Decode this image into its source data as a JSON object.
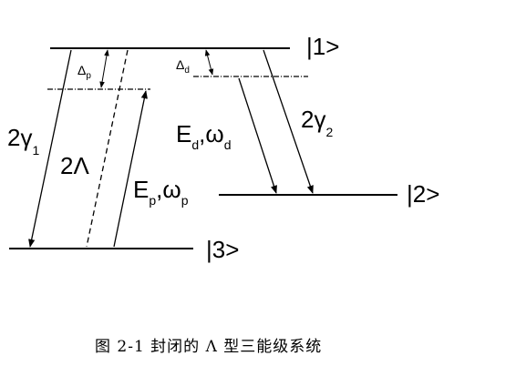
{
  "levels": {
    "level1": "|1>",
    "level2": "|2>",
    "level3": "|3>"
  },
  "labels": {
    "delta_p": {
      "main": "Δ",
      "sub": "p"
    },
    "delta_d": {
      "main": "Δ",
      "sub": "d"
    },
    "gamma1": {
      "coef": "2",
      "sym": "γ",
      "sub": "1"
    },
    "gamma2": {
      "coef": "2",
      "sym": "γ",
      "sub": "2"
    },
    "lambda": {
      "coef": "2",
      "sym": "Λ"
    },
    "drive": {
      "E": "E",
      "Esub": "d",
      "sep": ",",
      "w": "ω",
      "wsub": "d"
    },
    "probe": {
      "E": "E",
      "Esub": "p",
      "sep": ",",
      "w": "ω",
      "wsub": "p"
    }
  },
  "caption": "图 2-1 封闭的 Λ 型三能级系统"
}
